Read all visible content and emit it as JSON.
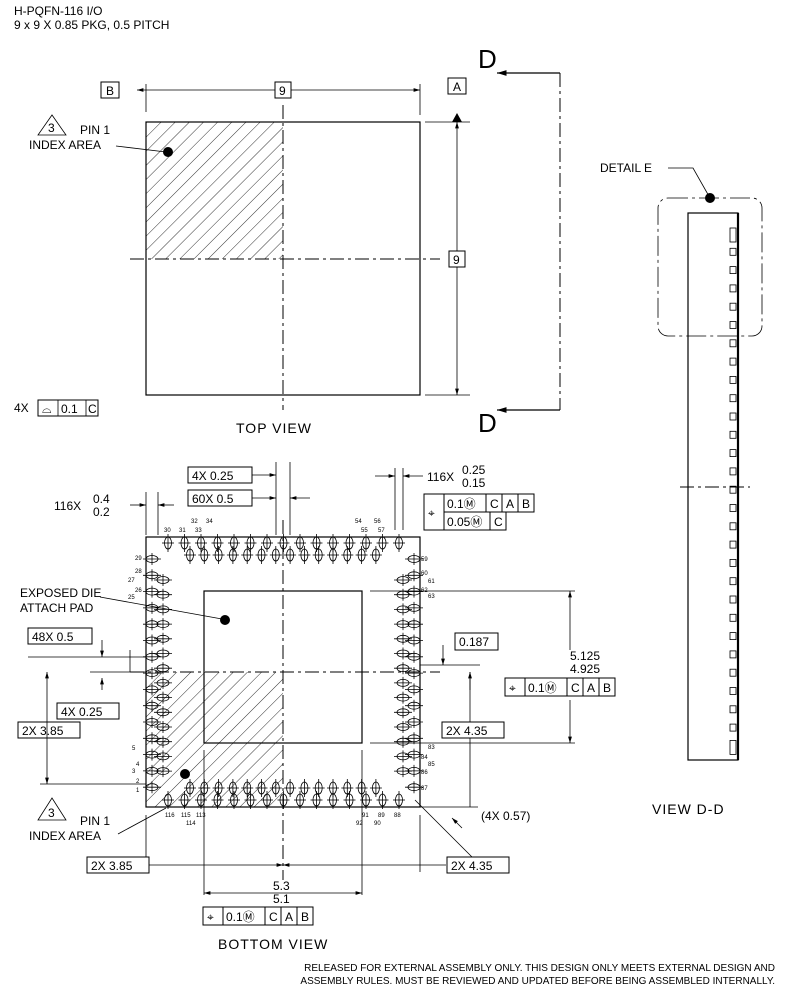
{
  "header": {
    "line1": "H-PQFN-116 I/O",
    "line2": "9 x 9 X 0.85 PKG, 0.5 PITCH"
  },
  "top_view": {
    "title": "TOP VIEW",
    "datum_b": "B",
    "datum_a": "A",
    "width_dim": "9",
    "height_dim": "9",
    "section_top": "D",
    "section_bottom": "D",
    "pin1_note_number": "3",
    "pin1_line1": "PIN 1",
    "pin1_line2": "INDEX AREA",
    "flatness_count": "4X",
    "flatness_symbol": "⌓",
    "flatness_value": "0.1",
    "flatness_datum": "C"
  },
  "bottom_view": {
    "title": "BOTTOM VIEW",
    "dim_4x025_top": "4X 0.25",
    "dim_60x05": "60X 0.5",
    "dim_116x_len_count": "116X",
    "dim_116x_len_max": "0.4",
    "dim_116x_len_min": "0.2",
    "dim_116x_w_count": "116X",
    "dim_116x_w_max": "0.25",
    "dim_116x_w_min": "0.15",
    "fcf_pins": {
      "symbol": "⌖",
      "row1_value": "0.1Ⓜ",
      "row1_d1": "C",
      "row1_d2": "A",
      "row1_d3": "B",
      "row2_value": "0.05Ⓜ",
      "row2_d1": "C"
    },
    "pad_label_line1": "EXPOSED DIE",
    "pad_label_line2": "ATTACH PAD",
    "dim_48x05": "48X 0.5",
    "dim_4x025_left": "4X 0.25",
    "dim_2x385_left": "2X 3.85",
    "dim_0187": "0.187",
    "dim_pad_height_max": "5.125",
    "dim_pad_height_min": "4.925",
    "fcf_pad_right": {
      "symbol": "⌖",
      "value": "0.1Ⓜ",
      "d1": "C",
      "d2": "A",
      "d3": "B"
    },
    "dim_2x435_right": "2X 4.35",
    "dim_4x057": "(4X 0.57)",
    "dim_2x385_bottom": "2X 3.85",
    "dim_2x435_bottom": "2X 4.35",
    "dim_pad_width_max": "5.3",
    "dim_pad_width_min": "5.1",
    "fcf_pad_bottom": {
      "symbol": "⌖",
      "value": "0.1Ⓜ",
      "d1": "C",
      "d2": "A",
      "d3": "B"
    },
    "pin1_note_number": "3",
    "pin1_line1": "PIN 1",
    "pin1_line2": "INDEX AREA",
    "pin_labels": {
      "top": [
        "30",
        "31",
        "32",
        "33",
        "34",
        "54",
        "55",
        "56",
        "57"
      ],
      "left": [
        "29",
        "28",
        "27",
        "26",
        "25",
        "5",
        "4",
        "3",
        "2",
        "1"
      ],
      "right": [
        "59",
        "60",
        "61",
        "62",
        "63",
        "83",
        "84",
        "85",
        "86",
        "87"
      ],
      "bottom": [
        "116",
        "115",
        "114",
        "113",
        "92",
        "91",
        "90",
        "89",
        "88"
      ]
    }
  },
  "side_view": {
    "title": "VIEW D-D",
    "detail_label": "DETAIL E"
  },
  "footer": {
    "line1": "RELEASED FOR EXTERNAL ASSEMBLY ONLY. THIS DESIGN ONLY MEETS EXTERNAL DESIGN AND",
    "line2": "ASSEMBLY RULES. MUST BE REVIEWED AND UPDATED BEFORE BEING ASSEMBLED INTERNALLY."
  }
}
